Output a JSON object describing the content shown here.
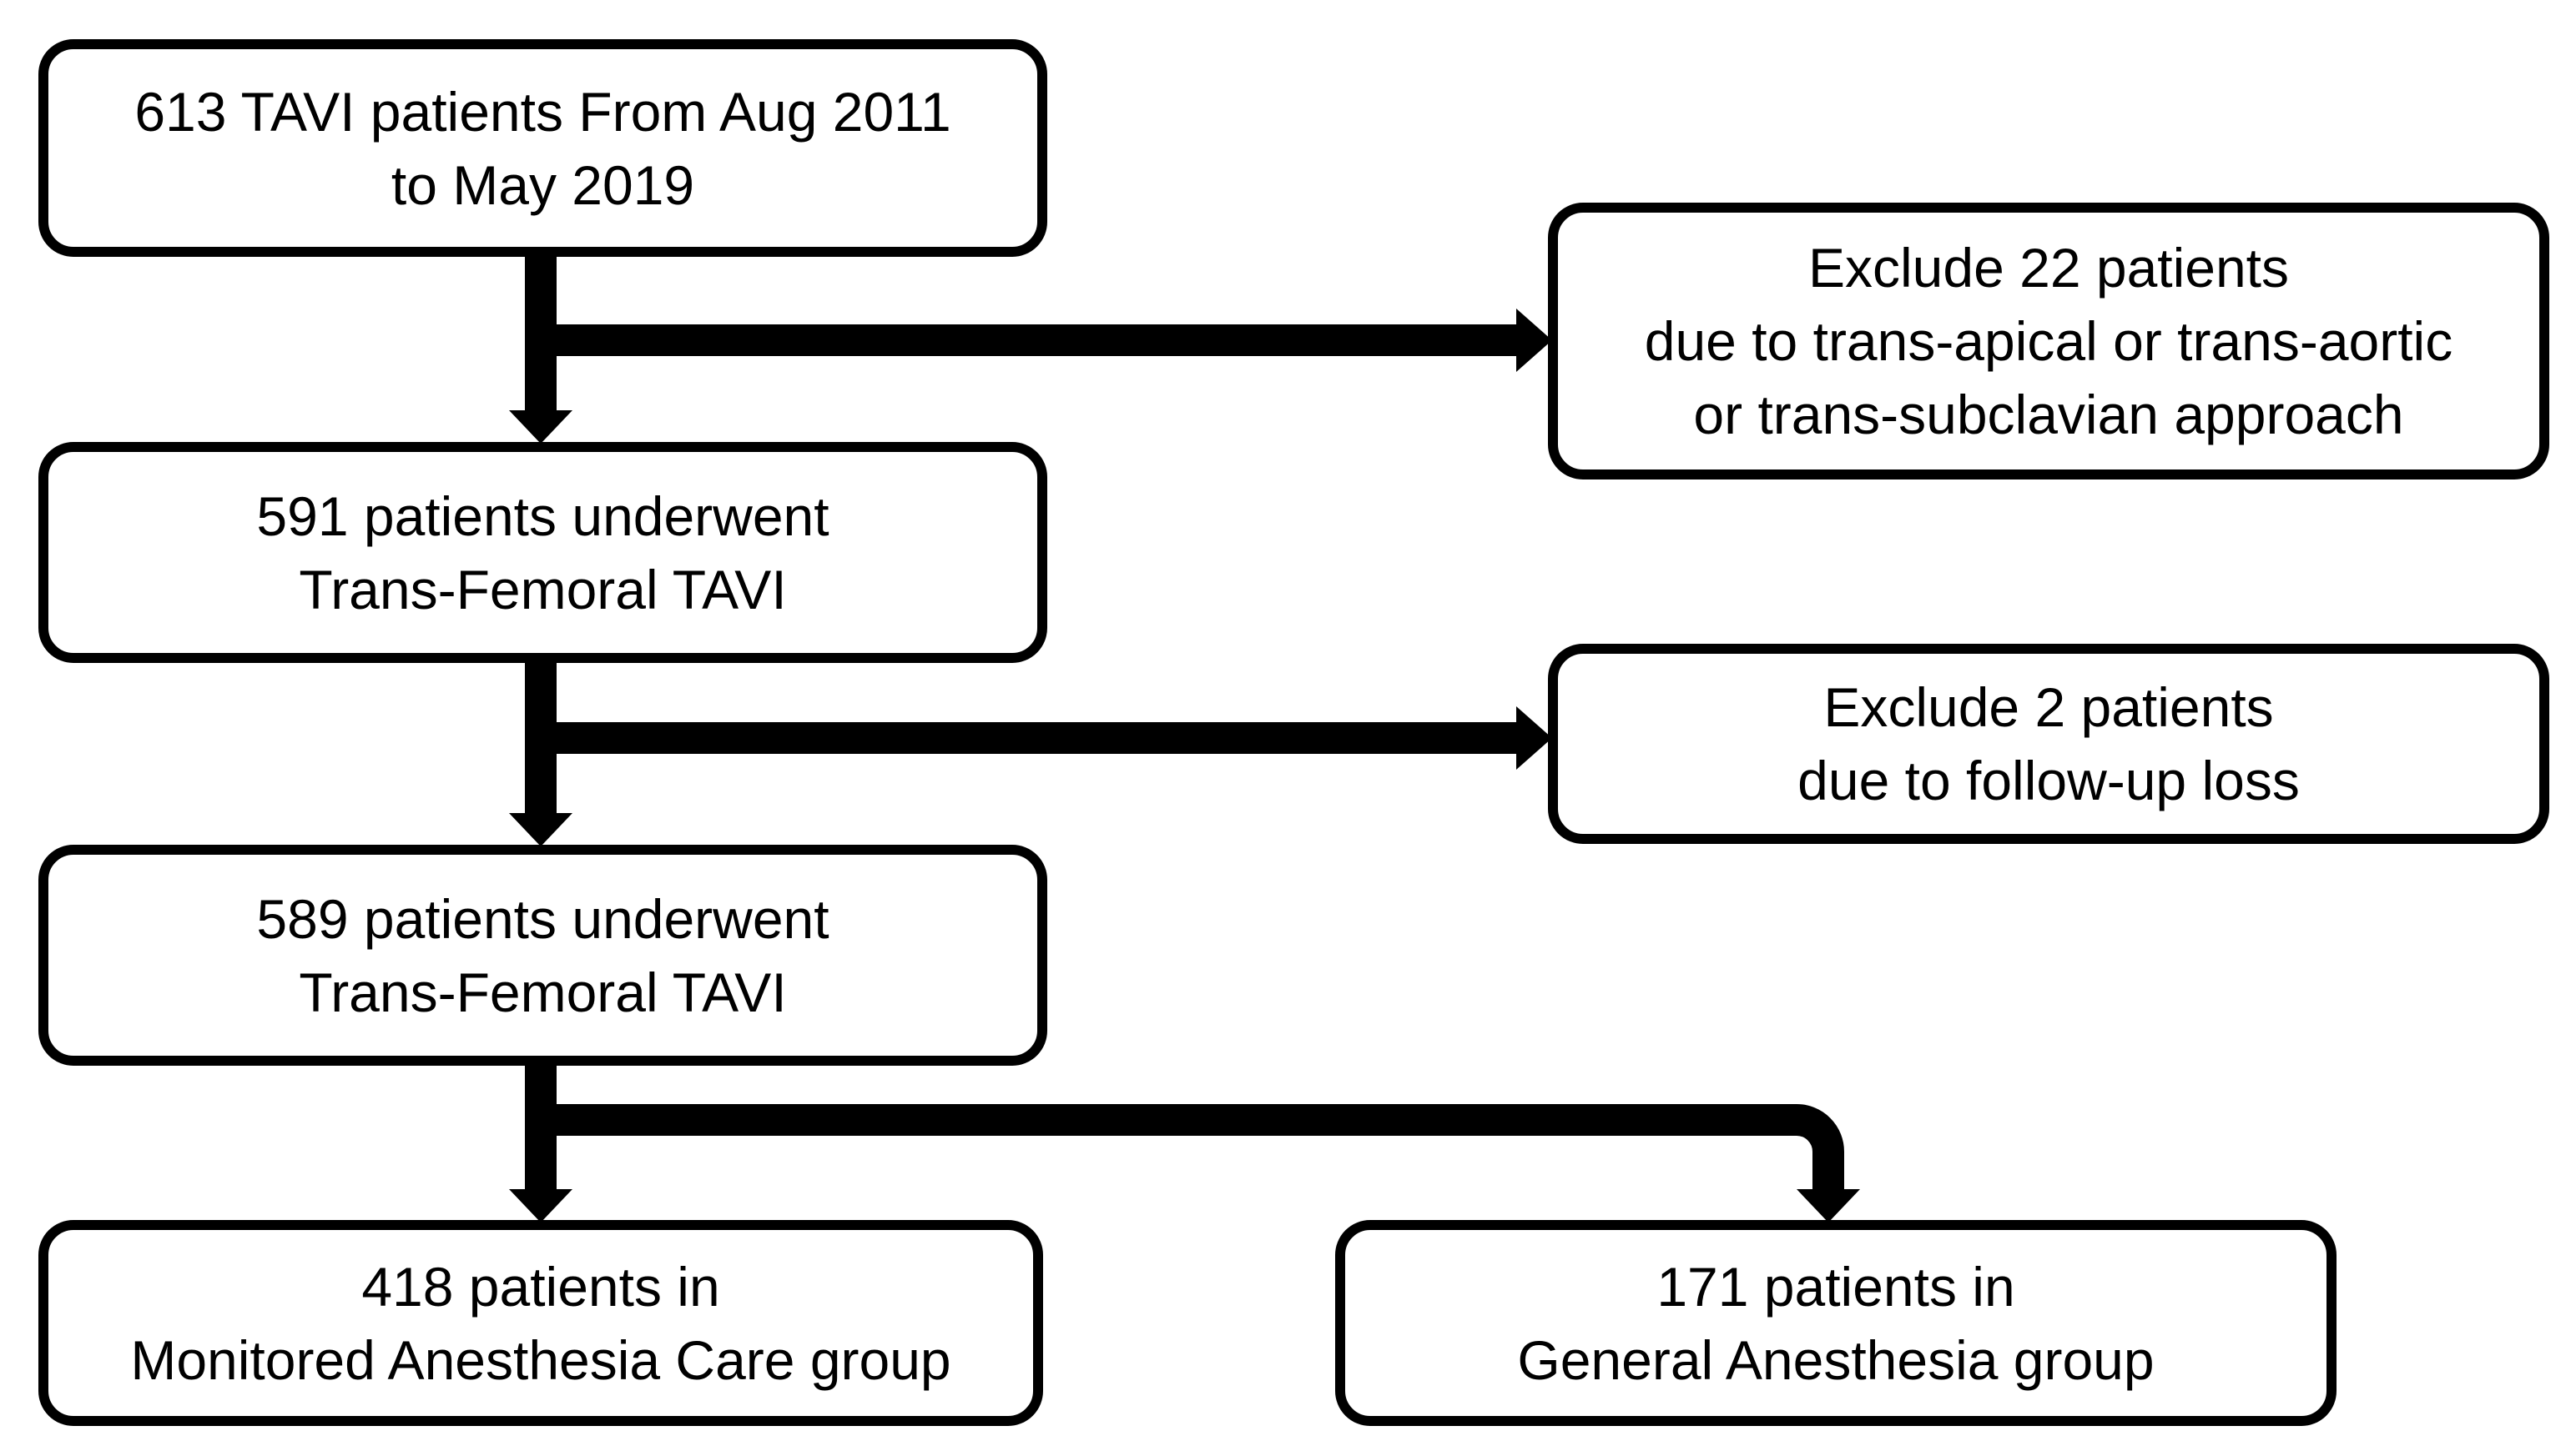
{
  "diagram": {
    "type": "patient-flow-chart",
    "background_color": "#ffffff",
    "line_color": "#000000",
    "text_color": "#000000",
    "box_fill_color": "#ffffff",
    "boxes": {
      "box_613": {
        "id": "613_tavi",
        "lines": [
          "613 TAVI patients From Aug 2011",
          "to May 2019"
        ]
      },
      "exclude_22": {
        "id": "exclude_22",
        "lines": [
          "Exclude 22 patients",
          "due to trans-apical or trans-aortic",
          "or trans-subclavian approach"
        ]
      },
      "box_591": {
        "id": "591_tf",
        "lines": [
          "591 patients underwent",
          "Trans-Femoral TAVI"
        ]
      },
      "exclude_2": {
        "id": "exclude_2",
        "lines": [
          "Exclude 2 patients",
          "due to follow-up loss"
        ]
      },
      "box_589": {
        "id": "589_tf",
        "lines": [
          "589 patients underwent",
          "Trans-Femoral TAVI"
        ]
      },
      "box_418": {
        "id": "418_mac",
        "lines": [
          "418 patients in",
          "Monitored Anesthesia Care group"
        ]
      },
      "box_171": {
        "id": "171_ga",
        "lines": [
          "171 patients in",
          "General Anesthesia group"
        ]
      }
    },
    "edges": [
      {
        "from": "613_tavi",
        "to": "591_tf",
        "kind": "arrow-down"
      },
      {
        "from": "613_tavi",
        "to": "exclude_22",
        "kind": "arrow-branch-right"
      },
      {
        "from": "591_tf",
        "to": "589_tf",
        "kind": "arrow-down"
      },
      {
        "from": "591_tf",
        "to": "exclude_2",
        "kind": "arrow-branch-right"
      },
      {
        "from": "589_tf",
        "to": "418_mac",
        "kind": "arrow-down"
      },
      {
        "from": "589_tf",
        "to": "171_ga",
        "kind": "arrow-branch-elbow-down"
      }
    ]
  }
}
